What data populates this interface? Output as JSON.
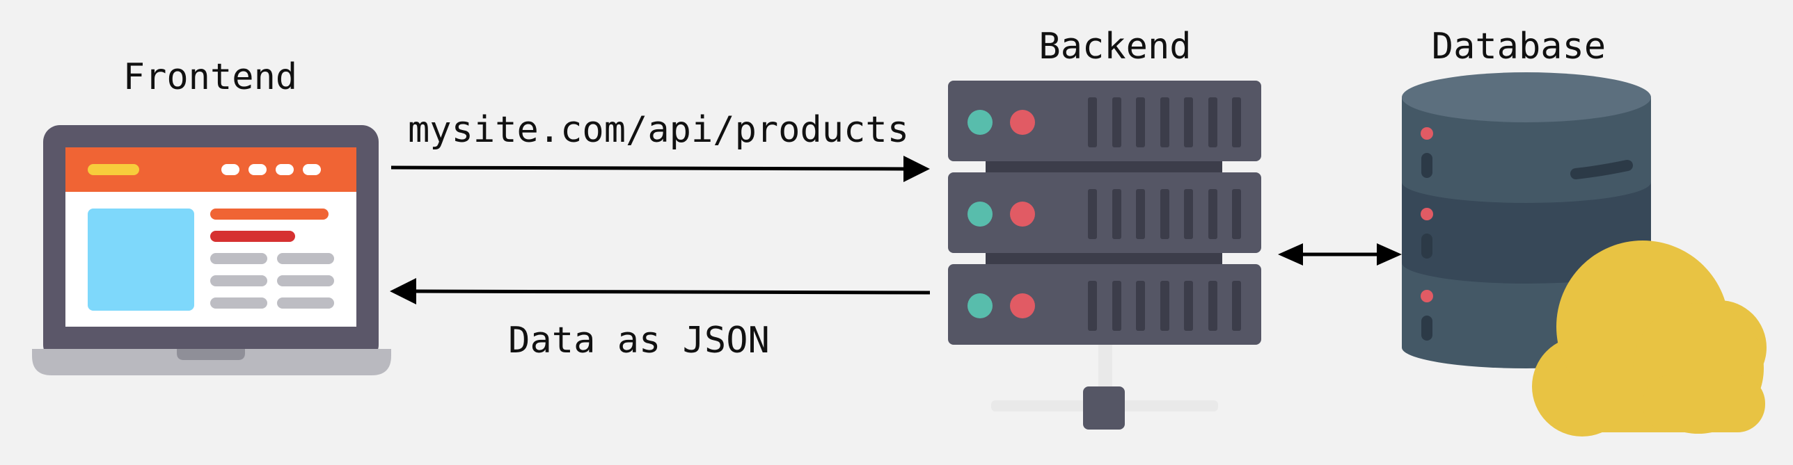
{
  "labels": {
    "frontend": "Frontend",
    "backend": "Backend",
    "database": "Database",
    "request": "mysite.com/api/products",
    "response": "Data as JSON"
  },
  "colors": {
    "background": "#f2f2f2",
    "laptop_frame": "#5b5769",
    "laptop_base": "#b9b9bf",
    "browser_bar": "#f06434",
    "browser_accent": "#f7cd3c",
    "image_block": "#7ed8fb",
    "text_red": "#d63131",
    "text_grey": "#bdbdc3",
    "server_unit": "#555665",
    "server_dark": "#3c3d4a",
    "led_green": "#58bdac",
    "led_red": "#e15b64",
    "db_top": "#5c6f7e",
    "db_body": "#445866",
    "db_mid": "#374858",
    "cloud": "#e8c343",
    "arrow": "#000000"
  },
  "icons": [
    "laptop-icon",
    "server-rack-icon",
    "database-icon",
    "cloud-icon"
  ]
}
